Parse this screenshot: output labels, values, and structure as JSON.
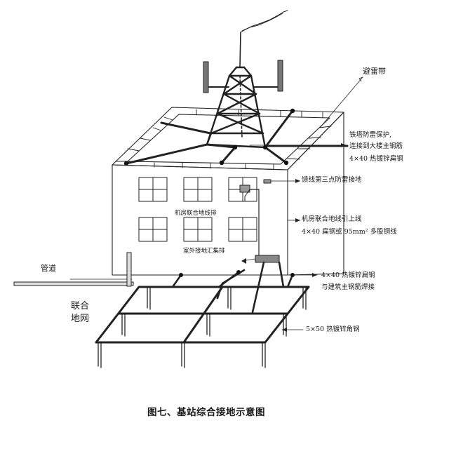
{
  "labels": {
    "lightning_belt": "避雷带",
    "tower_protection_1": "铁塔防雷保护,",
    "tower_protection_2": "连接到大楼主钢筋",
    "tower_protection_3": "4×40 热镀锌扁钢",
    "feeder_ground": "馈线第三点防雷接地",
    "room_bus": "机房联合地线排",
    "room_lead_1": "机房联合地线引上线",
    "room_lead_2": "4×40 扁钢或 95mm² 多股铜线",
    "outdoor_bus": "室外接地汇集排",
    "pipe": "管道",
    "flat_steel_1": "4×40 热镀锌扁钢",
    "flat_steel_2": "与建筑主钢筋焊接",
    "grid_1": "联合",
    "grid_2": "地网",
    "angle_steel": "5×50 热镀锌角钢",
    "caption": "图七、基站综合接地示意图"
  }
}
